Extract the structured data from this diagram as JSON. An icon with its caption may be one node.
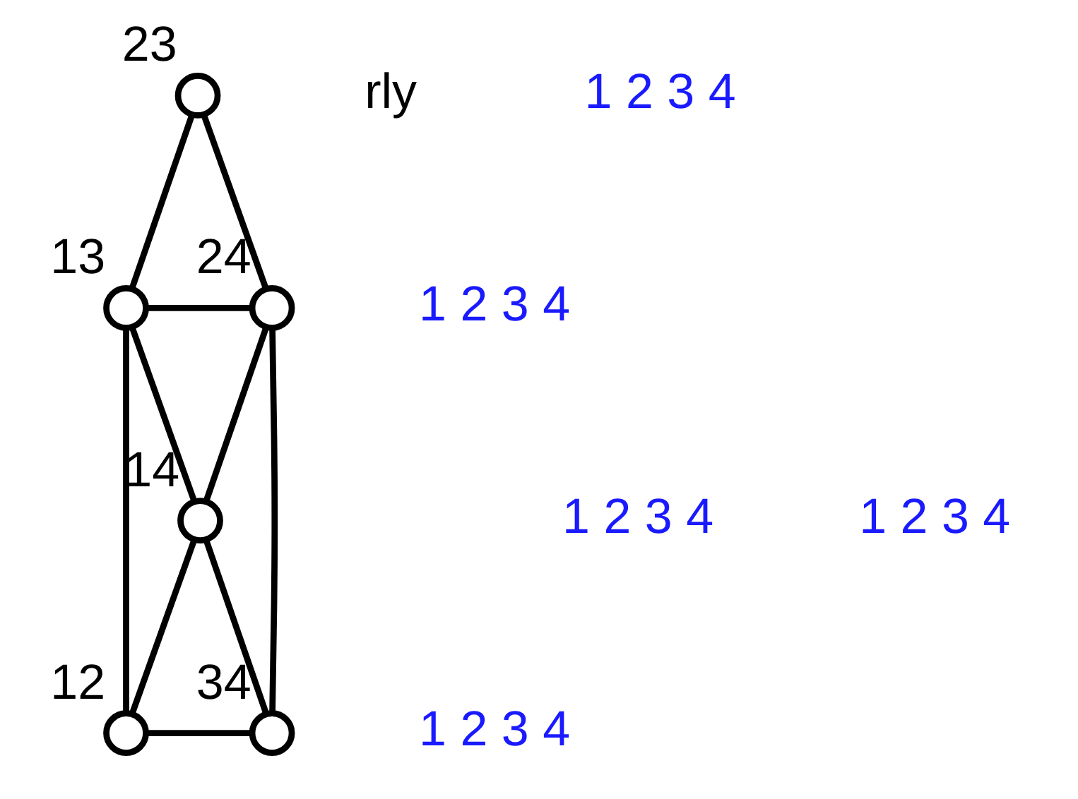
{
  "diagram": {
    "nodes": [
      {
        "text": [],
        "shape": "circle",
        "beside": [
          "23"
        ]
      },
      {
        "text": [],
        "shape": "circle",
        "beside": [
          "13"
        ]
      },
      {
        "text": [],
        "shape": "circle",
        "beside": [
          "24"
        ]
      },
      {
        "text": [],
        "shape": "circle",
        "beside": [
          "14"
        ]
      },
      {
        "text": [],
        "shape": "circle",
        "beside": [
          "12"
        ]
      },
      {
        "text": [],
        "shape": "circle",
        "beside": [
          "34"
        ]
      }
    ],
    "edges": [
      {
        "from": 0,
        "to": 1,
        "arrow": "none"
      },
      {
        "from": 0,
        "to": 2,
        "arrow": "none"
      },
      {
        "from": 1,
        "to": 2,
        "arrow": "none"
      },
      {
        "from": 1,
        "to": 4,
        "arrow": "none"
      },
      {
        "from": 2,
        "to": 5,
        "arrow": "none"
      },
      {
        "from": 1,
        "to": 3,
        "arrow": "none"
      },
      {
        "from": 2,
        "to": 3,
        "arrow": "none"
      },
      {
        "from": 3,
        "to": 4,
        "arrow": "none"
      },
      {
        "from": 3,
        "to": 5,
        "arrow": "none"
      },
      {
        "from": 4,
        "to": 5,
        "arrow": "none"
      }
    ],
    "labels": [
      "rly",
      "1 2 3 4",
      "1 2 3 4",
      "1 2 3 4",
      "1 2 3 4",
      "1 2 3 4"
    ]
  }
}
